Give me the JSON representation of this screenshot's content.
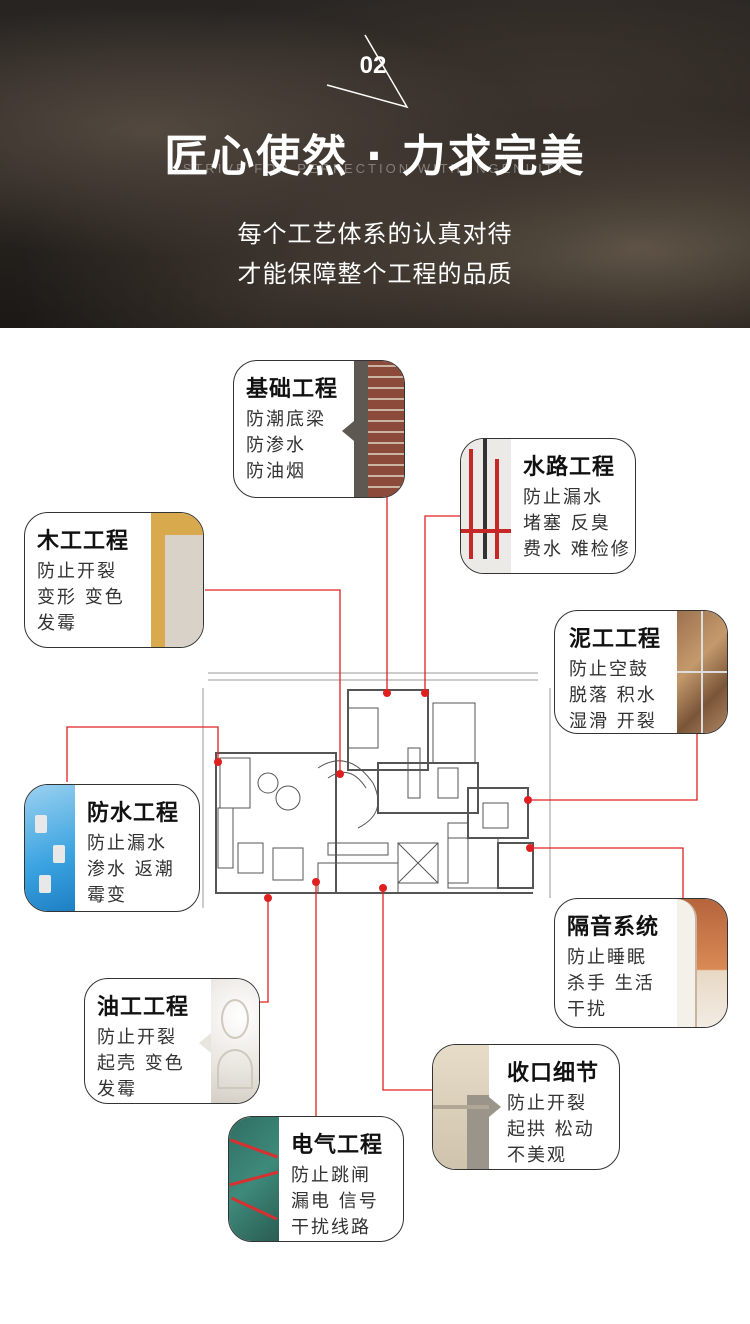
{
  "header": {
    "number": "02",
    "title": "匠心使然 · 力求完美",
    "subtitle_en": "STRIVE FOR PERFECTION WITH INGENUITY",
    "line1": "每个工艺体系的认真对待",
    "line2": "才能保障整个工程的品质"
  },
  "cards": [
    {
      "id": "foundation",
      "title": "基础工程",
      "lines": [
        "防潮底梁",
        "防渗水",
        "防油烟"
      ]
    },
    {
      "id": "water",
      "title": "水路工程",
      "lines": [
        "防止漏水",
        "堵塞 反臭",
        "费水 难检修"
      ]
    },
    {
      "id": "carpentry",
      "title": "木工工程",
      "lines": [
        "防止开裂",
        "变形  变色",
        "发霉"
      ]
    },
    {
      "id": "masonry",
      "title": "泥工工程",
      "lines": [
        "防止空鼓",
        "脱落 积水",
        "湿滑 开裂"
      ]
    },
    {
      "id": "waterproof",
      "title": "防水工程",
      "lines": [
        "防止漏水",
        "渗水 返潮",
        "霉变"
      ]
    },
    {
      "id": "soundproof",
      "title": "隔音系统",
      "lines": [
        "防止睡眠",
        "杀手 生活",
        "干扰"
      ]
    },
    {
      "id": "paint",
      "title": "油工工程",
      "lines": [
        "防止开裂",
        "起壳 变色",
        "发霉"
      ]
    },
    {
      "id": "finish",
      "title": "收口细节",
      "lines": [
        "防止开裂",
        "起拱 松动",
        "不美观"
      ]
    },
    {
      "id": "electric",
      "title": "电气工程",
      "lines": [
        "防止跳闸",
        "漏电 信号",
        "干扰线路"
      ]
    }
  ],
  "colors": {
    "accent_line": "#e02020",
    "card_border": "#333333"
  }
}
